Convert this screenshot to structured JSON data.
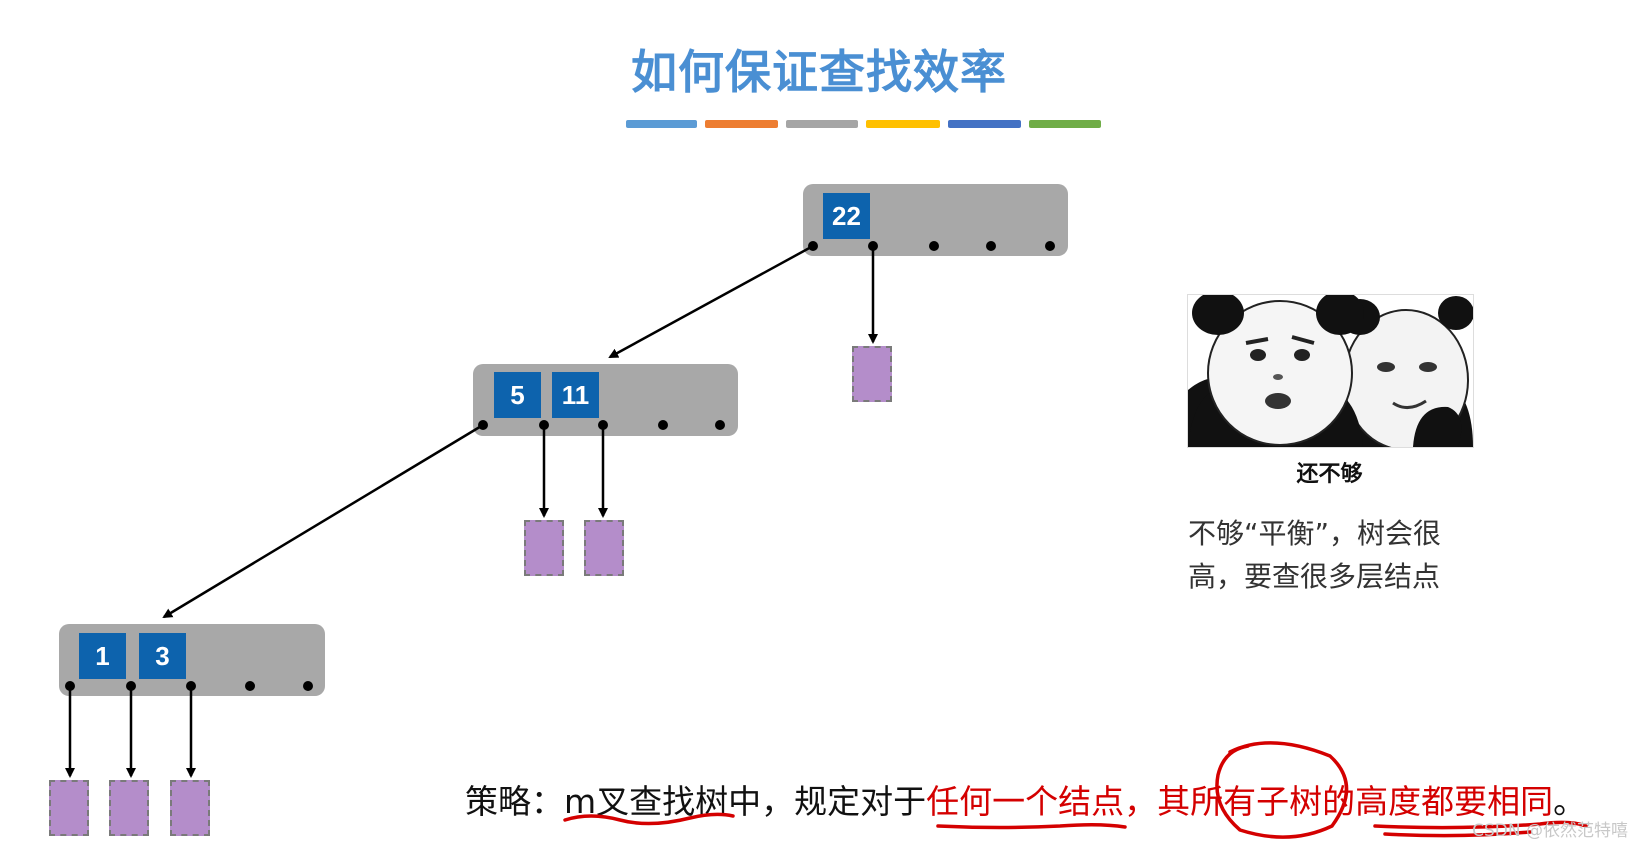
{
  "title": "如何保证查找效率",
  "color_bar_colors": [
    "#5b9bd5",
    "#ed7d31",
    "#a5a5a5",
    "#ffc000",
    "#4472c4",
    "#70ad47"
  ],
  "tree": {
    "root": {
      "keys": [
        "22"
      ]
    },
    "level2": {
      "keys": [
        "5",
        "11"
      ]
    },
    "level3": {
      "keys": [
        "1",
        "3"
      ]
    }
  },
  "meme": {
    "caption": "还不够"
  },
  "note": {
    "line1": "不够“平衡”，树会很",
    "line2": "高，要查很多层结点"
  },
  "strategy": {
    "part1": "策略：",
    "part2": "m叉查找树中，规定对于",
    "part3": "任何一个结点，其所有子树的高度都要相同",
    "part4": "。"
  },
  "watermark": "CSDN @依然范特嘻",
  "colors": {
    "title": "#4a8fd3",
    "key": "#0d63ad",
    "node": "#a8a8a8",
    "leaf": "#b48dca",
    "annotation": "#d40000"
  }
}
